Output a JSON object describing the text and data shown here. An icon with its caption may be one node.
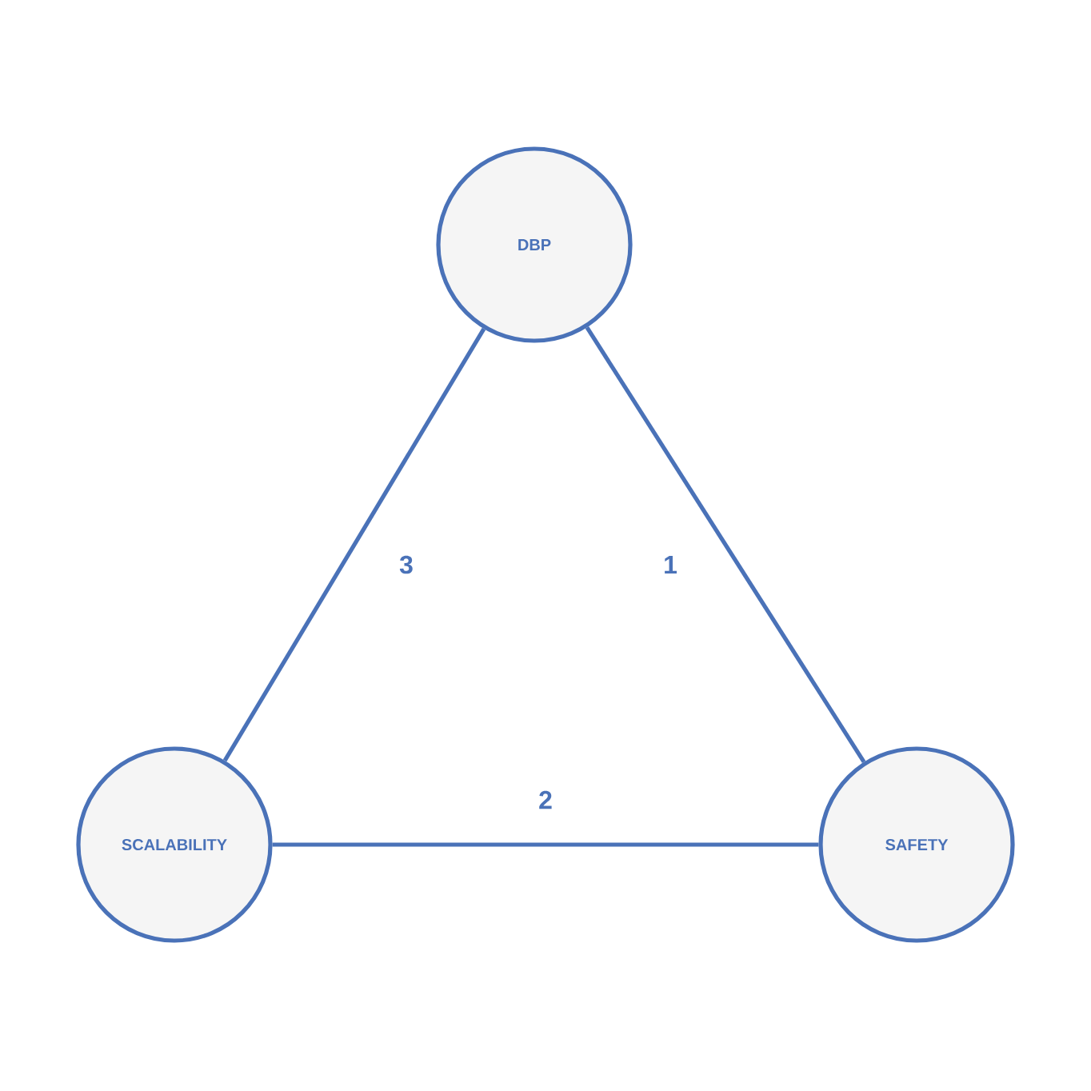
{
  "diagram": {
    "nodes": [
      {
        "text": [
          "DBP"
        ]
      },
      {
        "text": [
          "SCALABILITY"
        ]
      },
      {
        "text": [
          "SAFETY"
        ]
      }
    ],
    "edges": [
      {
        "from": 0,
        "to": 2,
        "arrow": "none",
        "label": "1"
      },
      {
        "from": 1,
        "to": 2,
        "arrow": "none",
        "label": "2"
      },
      {
        "from": 0,
        "to": 1,
        "arrow": "none",
        "label": "3"
      }
    ]
  }
}
